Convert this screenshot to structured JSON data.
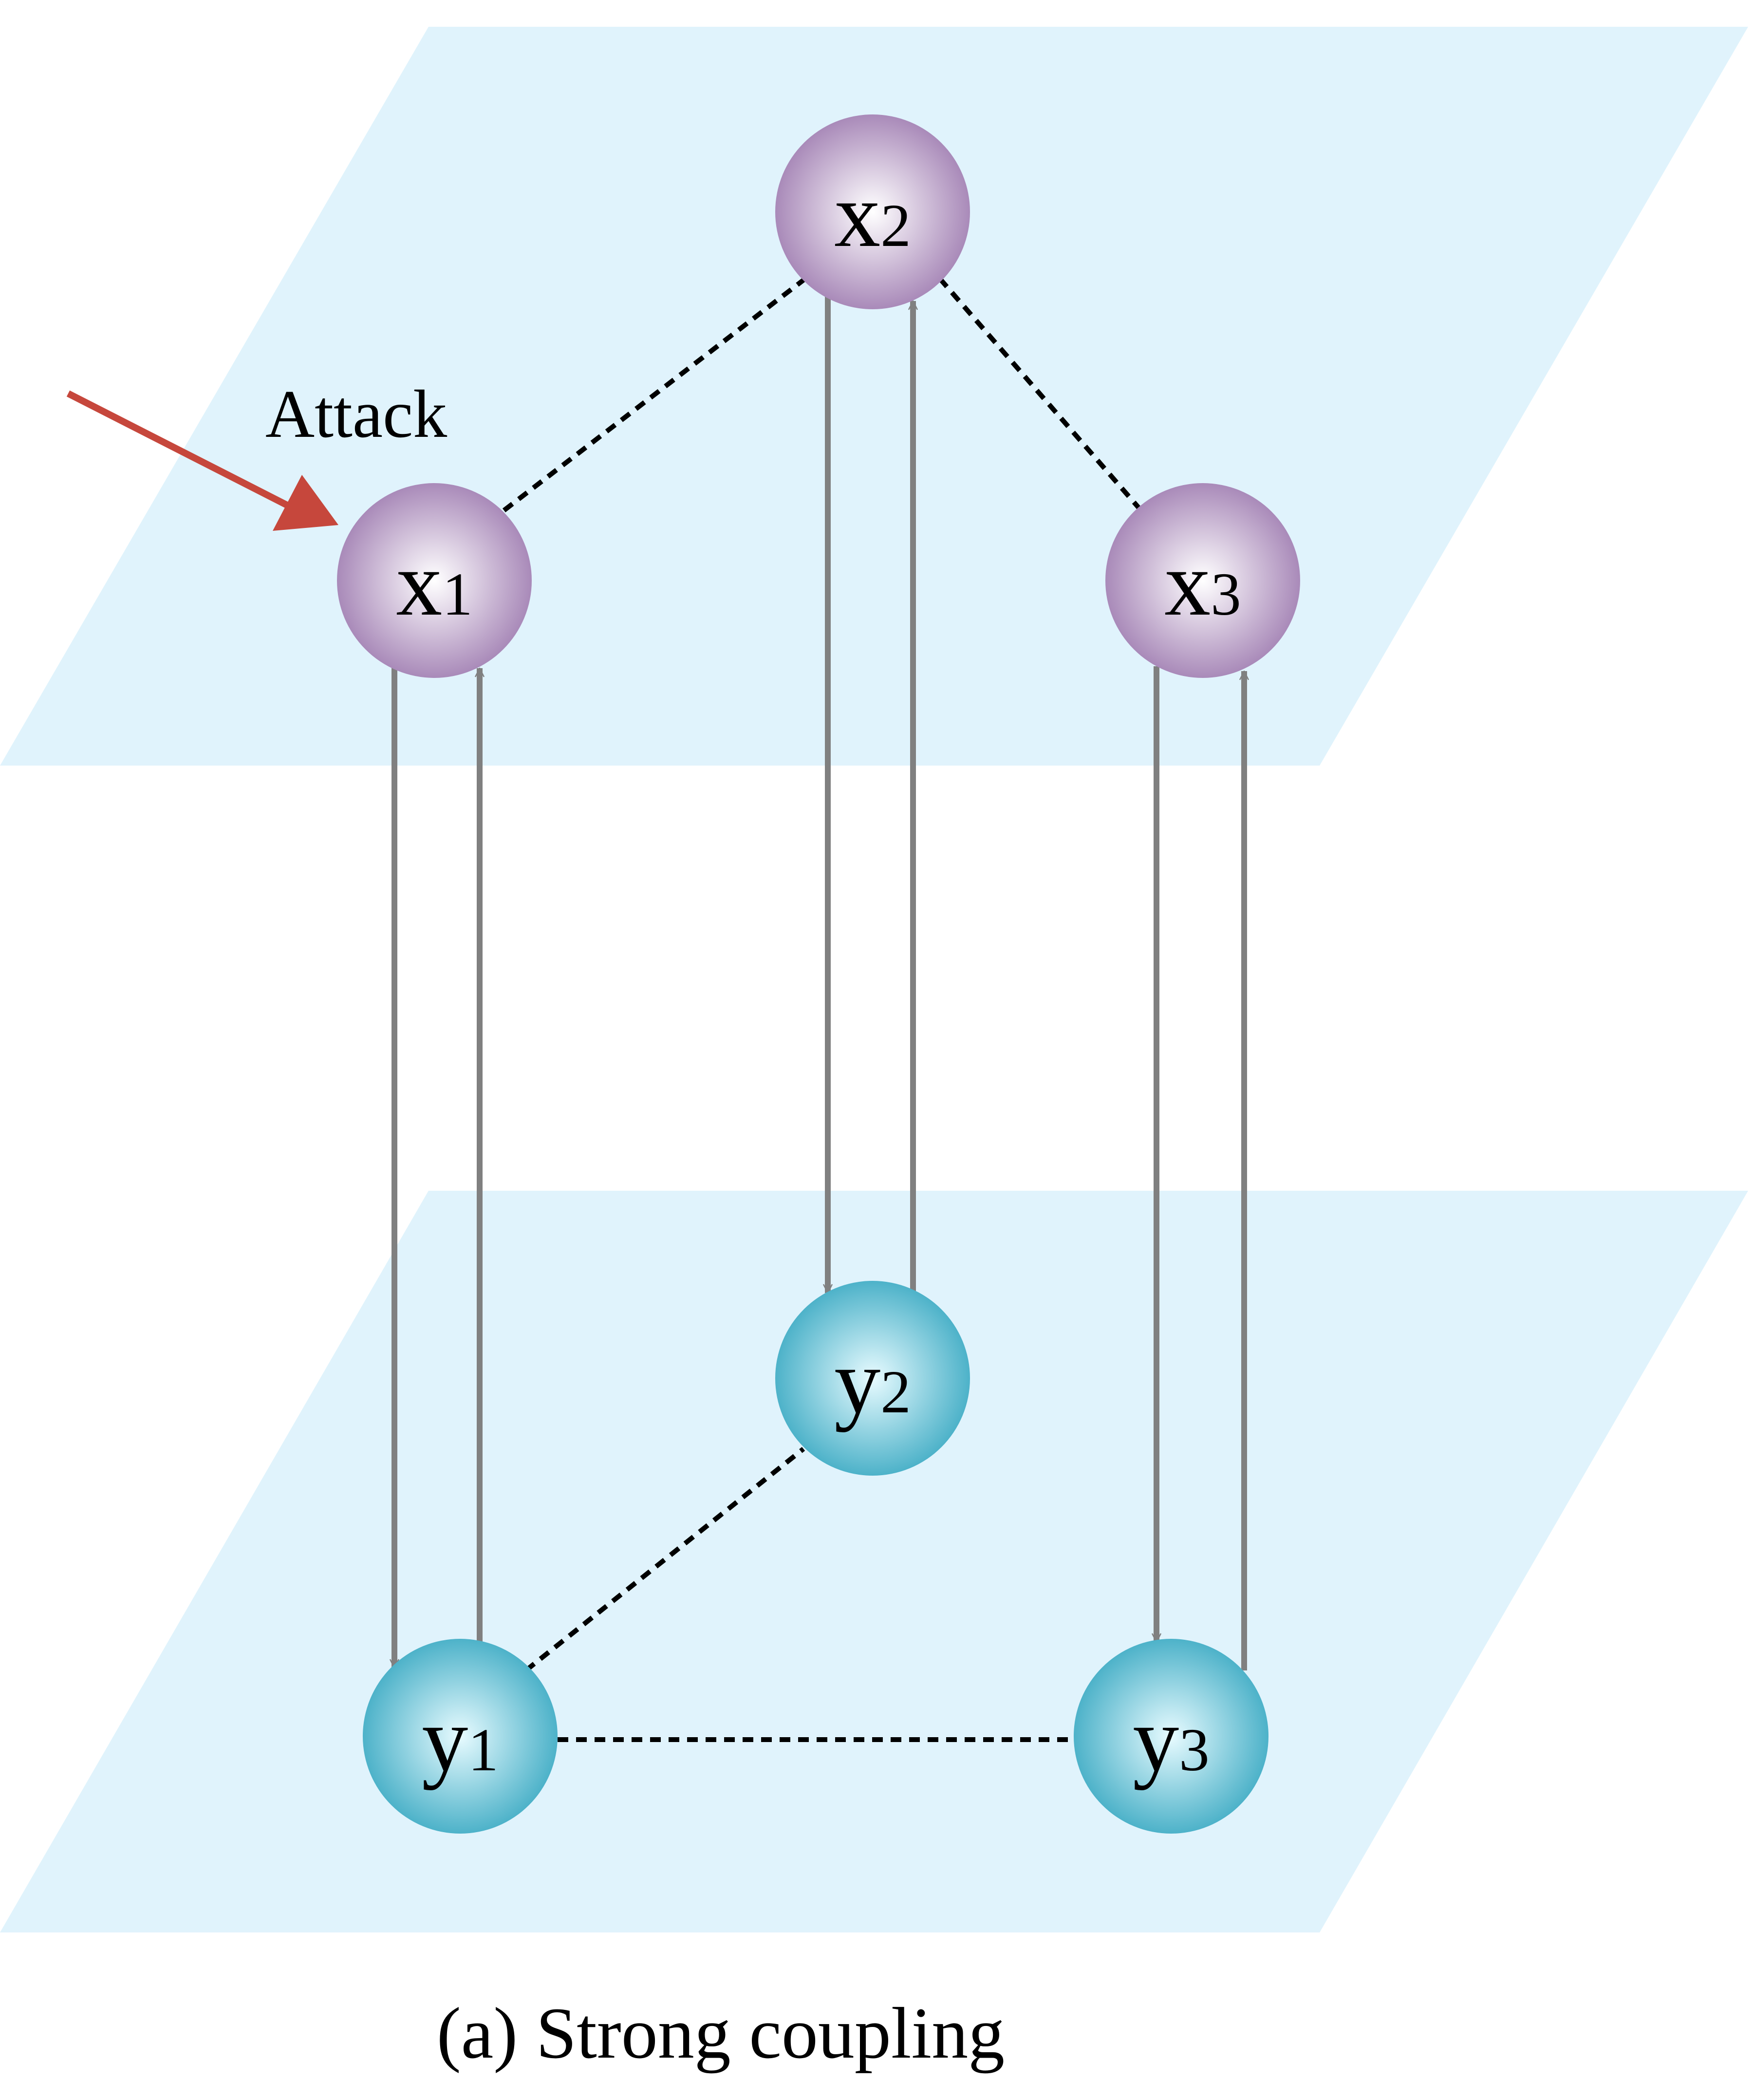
{
  "caption": "(a) Strong coupling",
  "attack_label": "Attack",
  "colors": {
    "plane_fill": "#e0f3fc",
    "x_node": "#a98ab9",
    "x_node_highlight": "#ffffff",
    "y_node": "#4db2c9",
    "y_node_highlight": "#e8fbff",
    "coupling_arrow": "#808080",
    "dependency_edge": "#000000",
    "attack_arrow": "#c6473c",
    "text": "#000000"
  },
  "nodes": {
    "x1": {
      "letter": "x",
      "index": "1"
    },
    "x2": {
      "letter": "x",
      "index": "2"
    },
    "x3": {
      "letter": "x",
      "index": "3"
    },
    "y1": {
      "letter": "y",
      "index": "1"
    },
    "y2": {
      "letter": "y",
      "index": "2"
    },
    "y3": {
      "letter": "y",
      "index": "3"
    }
  },
  "intra_layer_links": [
    [
      "x1",
      "x2"
    ],
    [
      "x2",
      "x3"
    ],
    [
      "y1",
      "y2"
    ],
    [
      "y1",
      "y3"
    ]
  ],
  "inter_layer_links": [
    [
      "x1",
      "y1"
    ],
    [
      "y1",
      "x1"
    ],
    [
      "x2",
      "y2"
    ],
    [
      "y2",
      "x2"
    ],
    [
      "x3",
      "y3"
    ],
    [
      "y3",
      "x3"
    ]
  ],
  "attack_target": "x1"
}
